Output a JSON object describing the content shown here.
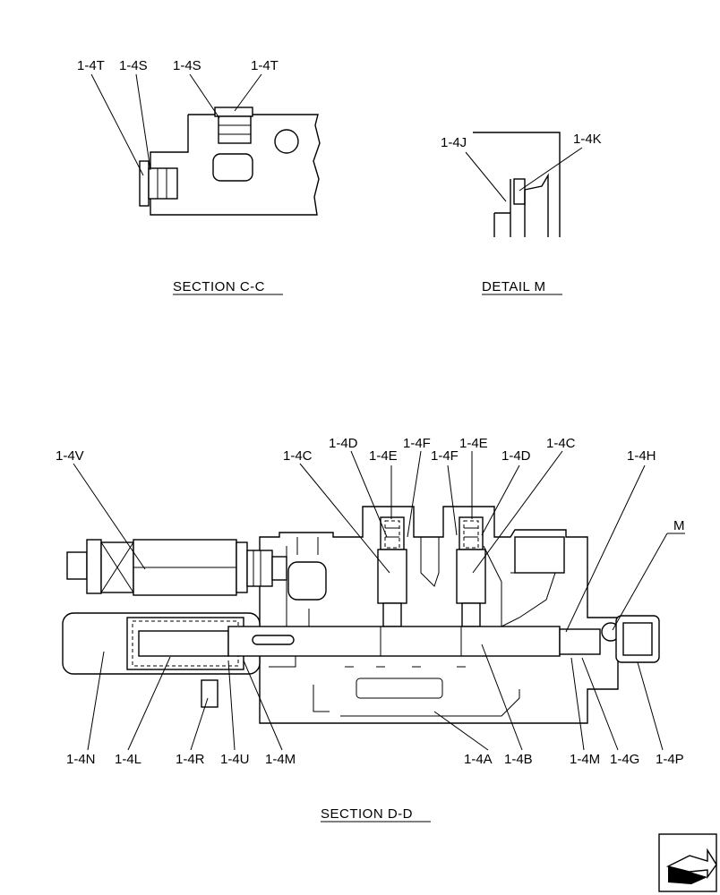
{
  "section_cc": {
    "title": "SECTION  C-C",
    "labels": [
      "1-4T",
      "1-4S",
      "1-4S",
      "1-4T"
    ]
  },
  "detail_m": {
    "title": "DETAIL  M",
    "labels": [
      "1-4J",
      "1-4K"
    ]
  },
  "section_dd": {
    "title": "SECTION  D-D",
    "top_labels": [
      "1-4V",
      "1-4C",
      "1-4D",
      "1-4E",
      "1-4F",
      "1-4F",
      "1-4E",
      "1-4D",
      "1-4C",
      "1-4H",
      "M"
    ],
    "bottom_labels": [
      "1-4N",
      "1-4L",
      "1-4R",
      "1-4U",
      "1-4M",
      "1-4A",
      "1-4B",
      "1-4M",
      "1-4G",
      "1-4P"
    ]
  },
  "nav": {
    "icon": "next-page-arrow-icon"
  }
}
